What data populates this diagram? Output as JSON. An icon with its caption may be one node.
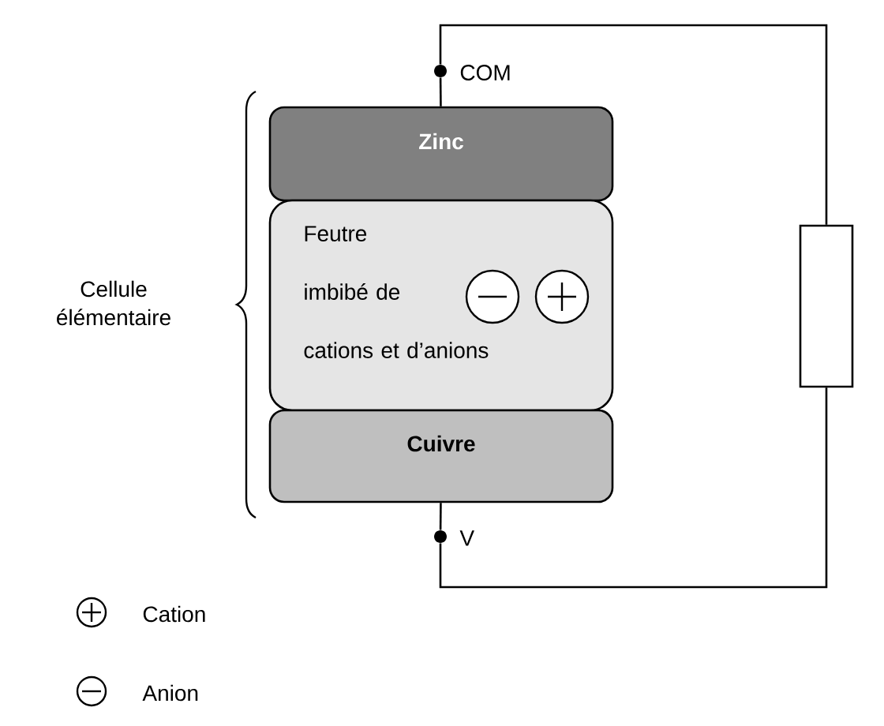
{
  "diagram": {
    "nodes": [
      {
        "text": [
          "Zinc"
        ]
      },
      {
        "text": [
          "Feutre imbibé de cations et d’anions"
        ]
      },
      {
        "text": [
          "Cuivre"
        ]
      },
      {
        "text": [],
        "shape": "circle",
        "beside": [
          "COM"
        ]
      },
      {
        "text": [],
        "shape": "circle",
        "beside": [
          "V"
        ]
      },
      {
        "text": [],
        "shape": "box"
      }
    ],
    "edges": [
      {
        "from": 0,
        "to": 3,
        "arrow": "none"
      },
      {
        "from": 3,
        "to": 5,
        "arrow": "none"
      },
      {
        "from": 5,
        "to": 4,
        "arrow": "none"
      },
      {
        "from": 4,
        "to": 2,
        "arrow": "none"
      }
    ],
    "labels": [
      "Cellule élémentaire"
    ],
    "legend": [
      {
        "text": "Cation"
      },
      {
        "text": "Anion"
      }
    ]
  }
}
